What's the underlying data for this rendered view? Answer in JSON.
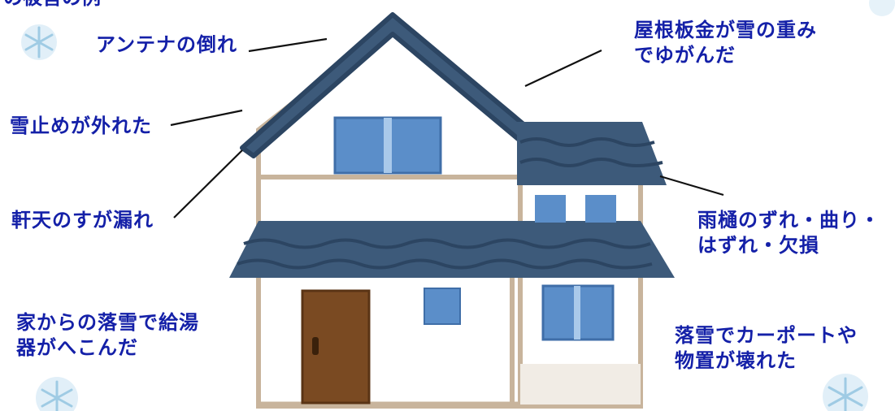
{
  "title_fragment": "の被害の例",
  "labels": {
    "antenna": "アンテナの倒れ",
    "roof_sheet_line1": "屋根板金が雪の重み",
    "roof_sheet_line2": "でゆがんだ",
    "snow_stopper": "雪止めが外れた",
    "eaves_leak": "軒天のすが漏れ",
    "gutter_line1": "雨樋のずれ・曲り・",
    "gutter_line2": "はずれ・欠損",
    "water_heater_line1": "家からの落雪で給湯",
    "water_heater_line2": "器がへこんだ",
    "carport_line1": "落雪でカーポートや",
    "carport_line2": "物置が壊れた"
  },
  "colors": {
    "label_text": "#1420a8",
    "roof": "#3d5a7a",
    "roof_dark": "#2c4562",
    "wall": "#ffffff",
    "frame": "#c8b49c",
    "window": "#5b8ec9",
    "door": "#7a4a22",
    "snowflake": "#8fc3e0"
  }
}
